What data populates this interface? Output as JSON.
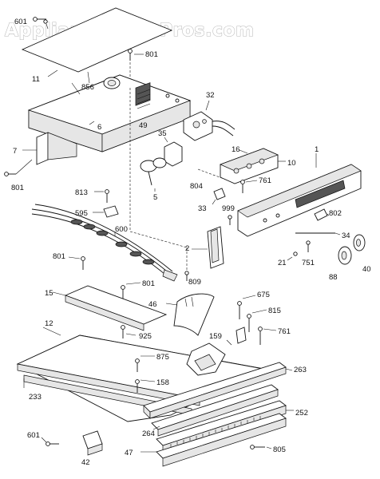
{
  "watermark": "AppliancePartsPros.com",
  "labels": {
    "l601a": "601",
    "l801a": "801",
    "l11": "11",
    "l856": "856",
    "l6": "6",
    "l49": "49",
    "l32": "32",
    "l7": "7",
    "l801b": "801",
    "l35": "35",
    "l16": "16",
    "l10": "10",
    "l1": "1",
    "l804": "804",
    "l761a": "761",
    "l5": "5",
    "l813": "813",
    "l33": "33",
    "l999": "999",
    "l802": "802",
    "l595": "595",
    "l600": "600",
    "l2": "2",
    "l34": "34",
    "l801c": "801",
    "l21": "21",
    "l751": "751",
    "l88": "88",
    "l40": "40",
    "l809": "809",
    "l801d": "801",
    "l15": "15",
    "l675": "675",
    "l46": "46",
    "l815": "815",
    "l12": "12",
    "l925": "925",
    "l761b": "761",
    "l159": "159",
    "l875": "875",
    "l263": "263",
    "l158": "158",
    "l233": "233",
    "l252": "252",
    "l264": "264",
    "l601b": "601",
    "l42": "42",
    "l47": "47",
    "l805": "805"
  }
}
